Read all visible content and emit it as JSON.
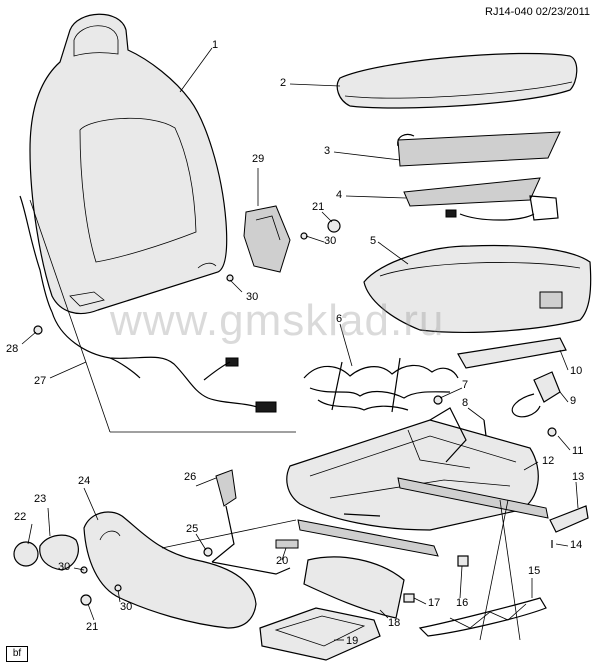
{
  "header": {
    "stamp": "RJ14-040  02/23/2011"
  },
  "watermark": "www.gmsklad.ru",
  "corner_tag": "bf",
  "callouts": [
    {
      "id": "c1",
      "text": "1"
    },
    {
      "id": "c2",
      "text": "2"
    },
    {
      "id": "c3",
      "text": "3"
    },
    {
      "id": "c4",
      "text": "4"
    },
    {
      "id": "c5",
      "text": "5"
    },
    {
      "id": "c6",
      "text": "6"
    },
    {
      "id": "c7",
      "text": "7"
    },
    {
      "id": "c8",
      "text": "8"
    },
    {
      "id": "c9",
      "text": "9"
    },
    {
      "id": "c10",
      "text": "10"
    },
    {
      "id": "c11",
      "text": "11"
    },
    {
      "id": "c12",
      "text": "12"
    },
    {
      "id": "c13",
      "text": "13"
    },
    {
      "id": "c14",
      "text": "14"
    },
    {
      "id": "c15",
      "text": "15"
    },
    {
      "id": "c16",
      "text": "16"
    },
    {
      "id": "c17",
      "text": "17"
    },
    {
      "id": "c18",
      "text": "18"
    },
    {
      "id": "c19",
      "text": "19"
    },
    {
      "id": "c20",
      "text": "20"
    },
    {
      "id": "c21a",
      "text": "21"
    },
    {
      "id": "c21b",
      "text": "21"
    },
    {
      "id": "c22",
      "text": "22"
    },
    {
      "id": "c23",
      "text": "23"
    },
    {
      "id": "c24",
      "text": "24"
    },
    {
      "id": "c25",
      "text": "25"
    },
    {
      "id": "c26",
      "text": "26"
    },
    {
      "id": "c27",
      "text": "27"
    },
    {
      "id": "c28",
      "text": "28"
    },
    {
      "id": "c29",
      "text": "29"
    },
    {
      "id": "c30a",
      "text": "30"
    },
    {
      "id": "c30b",
      "text": "30"
    },
    {
      "id": "c30c",
      "text": "30"
    },
    {
      "id": "c30d",
      "text": "30"
    }
  ]
}
